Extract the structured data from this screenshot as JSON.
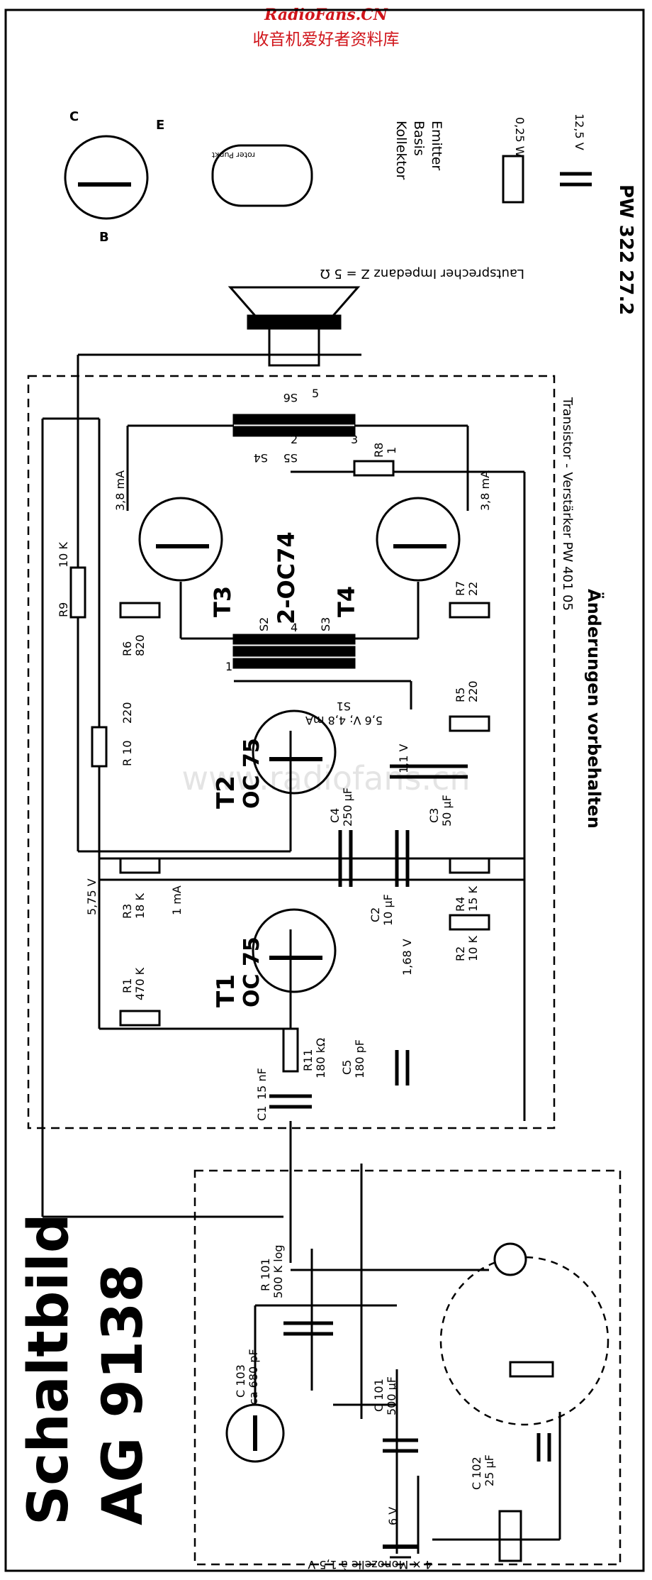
{
  "watermark": {
    "site": "RadioFans.CN",
    "subtitle": "收音机爱好者资料库",
    "faint": "www.radiofans.cn"
  },
  "title": {
    "line1": "Schaltbild",
    "line2": "AG 9138"
  },
  "doc_number": "PW 322 27.2",
  "changes_note": "Änderungen vorbehalten",
  "amplifier_label": "Transistor - Verstärker PW 401 05",
  "speaker_label": "Lautsprecher Impedanz Z = 5 Ω",
  "legend": {
    "pins": [
      "Emitter",
      "Basis",
      "Kollektor"
    ],
    "red_dot": "roter Punkt",
    "resistor_rating": "0,25 W",
    "capacitor_rating": "12,5 V",
    "pin_letters": {
      "c": "C",
      "e": "E",
      "b": "B"
    }
  },
  "transistors": {
    "t1": {
      "name": "T1",
      "type": "OC 75"
    },
    "t2": {
      "name": "T2",
      "type": "OC 75"
    },
    "t3": {
      "name": "T3"
    },
    "t4": {
      "name": "T4"
    },
    "pair_type": "2-OC74"
  },
  "components": {
    "r1": {
      "ref": "R1",
      "value": "470 K"
    },
    "r2": {
      "ref": "R2",
      "value": "10 K"
    },
    "r3": {
      "ref": "R3",
      "value": "18 K"
    },
    "r4": {
      "ref": "R4",
      "value": "15 K"
    },
    "r5": {
      "ref": "R5",
      "value": "220"
    },
    "r6": {
      "ref": "R6",
      "value": "820"
    },
    "r7": {
      "ref": "R7",
      "value": "22"
    },
    "r8": {
      "ref": "R8",
      "value": "1"
    },
    "r9": {
      "ref": "R9",
      "value": "10 K"
    },
    "r10": {
      "ref": "R 10",
      "value": "220"
    },
    "r11": {
      "ref": "R11",
      "value": "180 kΩ"
    },
    "c1": {
      "ref": "C1",
      "value": "15 nF"
    },
    "c2": {
      "ref": "C2",
      "value": "10 µF"
    },
    "c3": {
      "ref": "C3",
      "value": "50 µF"
    },
    "c4": {
      "ref": "C4",
      "value": "250 µF"
    },
    "c5": {
      "ref": "C5",
      "value": "180 pF"
    },
    "r101": {
      "ref": "R 101",
      "value": "500 K log"
    },
    "c101": {
      "ref": "C 101",
      "value": "500 µF"
    },
    "c102": {
      "ref": "C 102",
      "value": "25 µF"
    },
    "c103": {
      "ref": "C 103",
      "value": "ca 680 pF"
    }
  },
  "transformers": {
    "s1": "S1",
    "s2": "S2",
    "s3": "S3",
    "s4": "S4",
    "s5": "S5",
    "s6": "S6"
  },
  "pin_numbers": [
    "1",
    "2",
    "3",
    "4",
    "5"
  ],
  "measurements": {
    "v575": "5,75 V",
    "i1ma": "1 mA",
    "v168": "1,68 V",
    "v11": "1,1 V",
    "t2op": "5,6 V; 4,8 mA",
    "i3ma_a": "3,8 mA",
    "i3ma_b": "3,8 mA"
  },
  "battery": {
    "voltage": "6 V",
    "note": "4 × Monozelle à 1,5 V"
  }
}
